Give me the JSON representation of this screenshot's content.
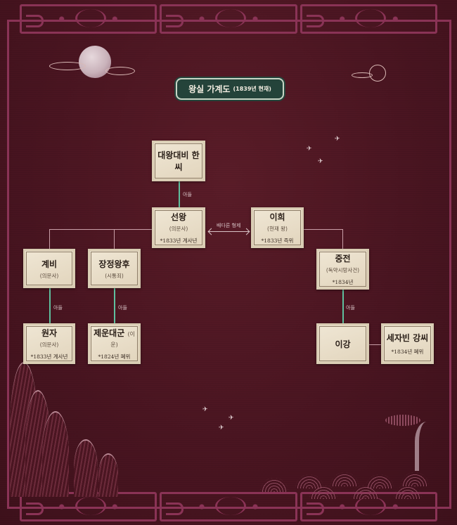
{
  "title": {
    "main": "왕실 가계도",
    "sub": "(1839년 현재)"
  },
  "colors": {
    "background": "#4a1521",
    "border_ornament": "#8a3356",
    "title_badge": "#24433a",
    "card": "#e8dcc6",
    "parent_child_line": "#5fbf9e",
    "spouse_line": "#c99fa8"
  },
  "nodes": {
    "grand_queen": {
      "name": "대왕대비 한씨"
    },
    "seonwang": {
      "name": "선왕",
      "sub": "(의문사)",
      "note": "*1833년 계사년"
    },
    "ihui": {
      "name": "이희",
      "sub": "(현재 왕)",
      "note": "*1833년 즉위"
    },
    "gyebi": {
      "name": "계비",
      "sub": "(의문사)"
    },
    "jangjeong": {
      "name": "장정왕후",
      "sub": "(시통죄)"
    },
    "jungjeon": {
      "name": "중전",
      "sub": "(독약시망사건)",
      "note": "*1834년"
    },
    "wonja": {
      "name": "원자",
      "sub": "(의문사)",
      "note": "*1833년 계사년"
    },
    "jewoon": {
      "name": "제운대군",
      "name_extra": "(이운)",
      "note": "*1824년 폐위"
    },
    "igang": {
      "name": "이강"
    },
    "sejabin": {
      "name": "세자빈 강씨",
      "note": "*1834년 폐위"
    }
  },
  "relations": {
    "son_label": "아들",
    "half_brother_label": "배다른 형제"
  },
  "decorations": [
    "moon-icon",
    "cloud-icon",
    "bird-icon",
    "mountain-icon",
    "wave-icon",
    "pine-tree-icon"
  ]
}
